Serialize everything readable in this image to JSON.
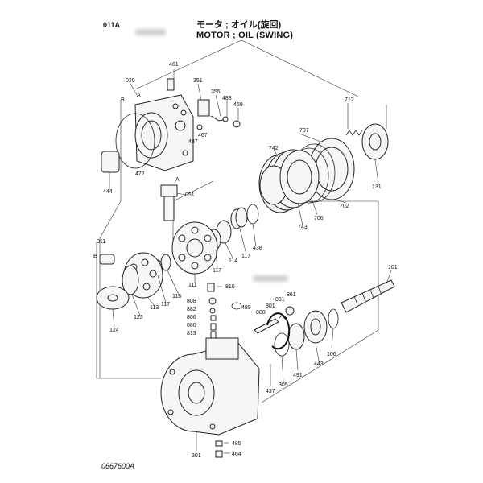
{
  "header": {
    "code": "011A",
    "title_jp": "モータ ; オイル(旋回)",
    "title_en": "MOTOR ; OIL (SWING)"
  },
  "footer": {
    "figure_id": "0667600A"
  },
  "labels": {
    "l401": "401",
    "l020": "020",
    "l351": "351",
    "l355": "355",
    "l488": "488",
    "l469": "469",
    "l712": "712",
    "lB1": "B",
    "lA1": "A",
    "l487": "487",
    "l467": "467",
    "l707": "707",
    "l742": "742",
    "l472": "472",
    "lA2": "A",
    "l051": "051",
    "l444": "444",
    "l131": "131",
    "l706": "706",
    "l702": "702",
    "l743": "743",
    "l438": "438",
    "l011": "011",
    "lB2": "B",
    "l117a": "117",
    "l114": "114",
    "l117b": "117",
    "l116": "116",
    "l117c": "117",
    "l113": "113",
    "l111": "111",
    "l810": "810",
    "l123": "123",
    "l808": "808",
    "l882": "882",
    "l806": "806",
    "l080": "080",
    "l813": "813",
    "l489": "489",
    "l800": "800",
    "l801": "801",
    "l881": "881",
    "l861": "861",
    "l124": "124",
    "l101": "101",
    "l106": "106",
    "l443": "443",
    "l491": "491",
    "l305": "305",
    "l437": "437",
    "l301": "301",
    "l485": "485",
    "l464": "464"
  }
}
